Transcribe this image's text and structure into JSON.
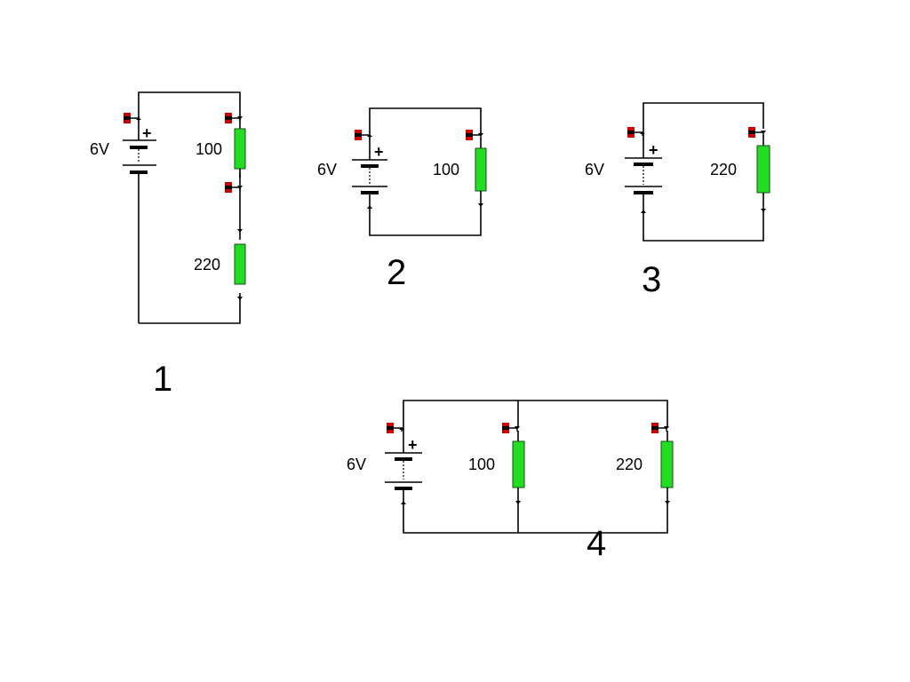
{
  "colors": {
    "wire": "#000000",
    "resistor_fill": "#22dd22",
    "resistor_stroke": "#1a4d1a",
    "probe_red": "#cc0000",
    "probe_black": "#000000",
    "background": "#ffffff"
  },
  "circuits": [
    {
      "number": "1",
      "arrangement": "series",
      "battery": {
        "label": "6V",
        "polarity": "+"
      },
      "resistors": [
        {
          "label": "100"
        },
        {
          "label": "220"
        }
      ]
    },
    {
      "number": "2",
      "arrangement": "single",
      "battery": {
        "label": "6V",
        "polarity": "+"
      },
      "resistors": [
        {
          "label": "100"
        }
      ]
    },
    {
      "number": "3",
      "arrangement": "single",
      "battery": {
        "label": "6V",
        "polarity": "+"
      },
      "resistors": [
        {
          "label": "220"
        }
      ]
    },
    {
      "number": "4",
      "arrangement": "parallel",
      "battery": {
        "label": "6V",
        "polarity": "+"
      },
      "resistors": [
        {
          "label": "100"
        },
        {
          "label": "220"
        }
      ]
    }
  ]
}
